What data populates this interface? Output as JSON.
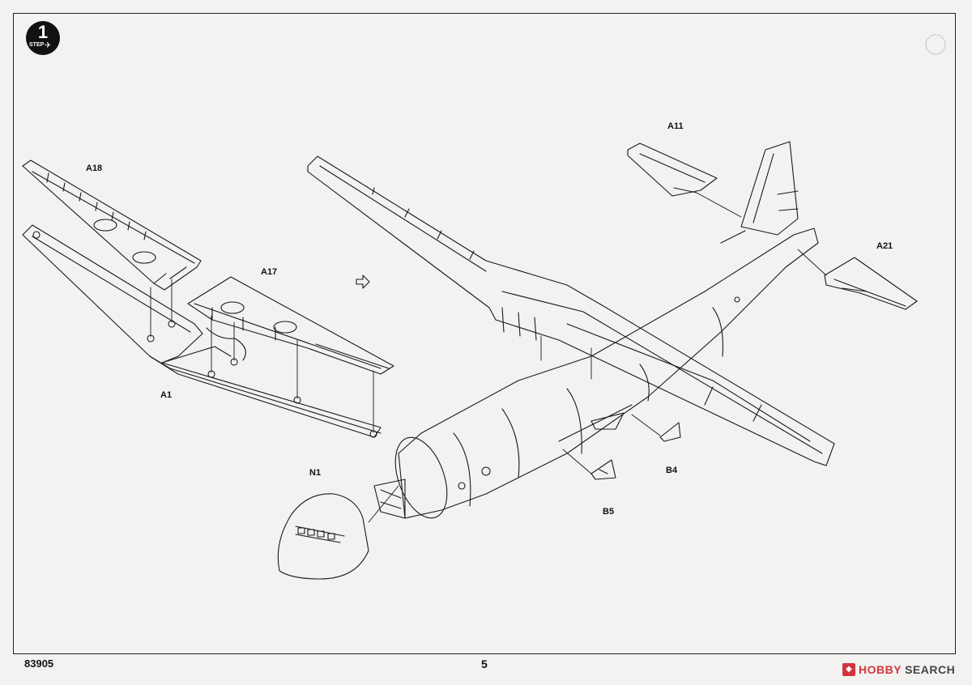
{
  "step": {
    "number": "1",
    "word": "STEP",
    "icon": "plane-icon"
  },
  "part_labels": {
    "A18": "A18",
    "A17": "A17",
    "A1": "A1",
    "A11": "A11",
    "A21": "A21",
    "N1": "N1",
    "B4": "B4",
    "B5": "B5"
  },
  "footer": {
    "kit_code": "83905",
    "page_number": "5"
  },
  "watermark": {
    "icon": "hobby-search-logo-icon",
    "hobby": "HOBBY",
    "search": "SEARCH"
  },
  "colors": {
    "ink": "#1a1a1a",
    "paper": "#f2f2f0",
    "watermark_red": "#d2363c"
  }
}
